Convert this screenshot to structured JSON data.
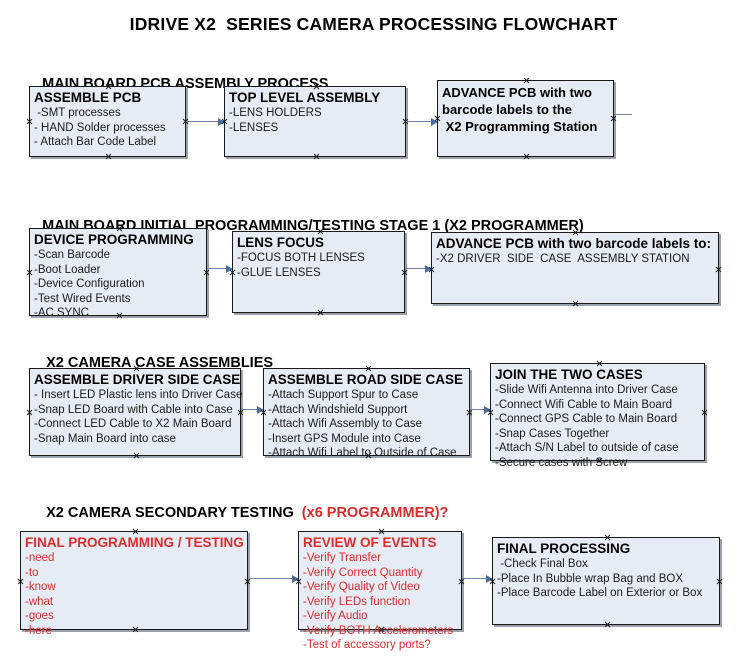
{
  "document": {
    "title": "IDRIVE X2  SERIES CAMERA PROCESSING FLOWCHART"
  },
  "colors": {
    "box_fill": "#e6ecf5",
    "box_border": "#1a1a1a",
    "accent_red": "#e02b2b",
    "connector": "#6a86a8"
  },
  "sections": [
    {
      "id": "main-board-pcb",
      "heading": "MAIN BOARD PCB ASSEMBLY PROCESS",
      "heading_accent": "",
      "boxes": [
        {
          "id": "assemble-pcb",
          "title": "ASSEMBLE PCB",
          "lines": [
            " -SMT processes",
            "- HAND Solder processes",
            "- Attach Bar Code Label"
          ]
        },
        {
          "id": "top-level-assembly",
          "title": "TOP LEVEL ASSEMBLY",
          "lines": [
            "-LENS HOLDERS",
            "-LENSES"
          ]
        },
        {
          "id": "advance-pcb-programming-station",
          "title": "ADVANCE PCB with two\nbarcode labels to the\n X2 Programming Station",
          "lines": []
        }
      ]
    },
    {
      "id": "initial-programming",
      "heading": "MAIN BOARD INITIAL PROGRAMMING/TESTING STAGE 1 (X2 PROGRAMMER)",
      "heading_accent": "",
      "boxes": [
        {
          "id": "device-programming",
          "title": "DEVICE PROGRAMMING",
          "lines": [
            "-Scan Barcode",
            "-Boot Loader",
            "-Device Configuration",
            "-Test Wired Events",
            "-AC SYNC"
          ]
        },
        {
          "id": "lens-focus",
          "title": "LENS FOCUS",
          "lines": [
            "-FOCUS BOTH LENSES",
            "-GLUE LENSES"
          ]
        },
        {
          "id": "advance-pcb-driver-side",
          "title": "ADVANCE PCB with two barcode labels to:",
          "lines": [
            "-X2 DRIVER  SIDE  CASE  ASSEMBLY STATION"
          ]
        }
      ]
    },
    {
      "id": "case-assemblies",
      "heading": "X2 CAMERA CASE ASSEMBLIES",
      "heading_accent": "",
      "boxes": [
        {
          "id": "assemble-driver-side-case",
          "title": "ASSEMBLE DRIVER SIDE CASE",
          "lines": [
            "- Insert LED Plastic lens into Driver Case",
            "-Snap LED Board with Cable into Case",
            "-Connect LED Cable to X2 Main Board",
            "-Snap Main Board into case"
          ]
        },
        {
          "id": "assemble-road-side-case",
          "title": "ASSEMBLE ROAD SIDE CASE",
          "lines": [
            "-Attach Support Spur to Case",
            "-Attach Windshield Support",
            "-Attach Wifi Assembly to Case",
            "-Insert GPS Module into Case",
            "-Attach Wifi Label to Outside of Case"
          ]
        },
        {
          "id": "join-the-two-cases",
          "title": "JOIN THE TWO CASES",
          "lines": [
            "-Slide Wifi Antenna into Driver Case",
            "-Connect Wifi Cable to Main Board",
            "-Connect GPS Cable to Main Board",
            "-Snap Cases Together",
            "-Attach S/N Label to outside of case",
            "-Secure cases with Screw"
          ]
        }
      ]
    },
    {
      "id": "secondary-testing",
      "heading": "X2 CAMERA SECONDARY TESTING  ",
      "heading_accent": "(x6 PROGRAMMER)?",
      "boxes": [
        {
          "id": "final-programming-testing",
          "title": "FINAL PROGRAMMING / TESTING",
          "lines": [
            "-need",
            "-to",
            "-know",
            "-what",
            "-goes",
            "-here"
          ],
          "red": true
        },
        {
          "id": "review-of-events",
          "title": "REVIEW OF EVENTS",
          "lines": [
            "-Verify Transfer",
            "-Verify Correct Quantity",
            "-Verify Quality of Video",
            "-Verify LEDs function",
            "-Verify Audio",
            "-Verify BOTH Accelerometers",
            "-Test of accessory ports?"
          ],
          "red": true
        },
        {
          "id": "final-processing",
          "title": "FINAL PROCESSING",
          "lines": [
            " -Check Final Box",
            "-Place In Bubble wrap Bag and BOX",
            "-Place Barcode Label on Exterior or Box"
          ]
        }
      ]
    }
  ]
}
